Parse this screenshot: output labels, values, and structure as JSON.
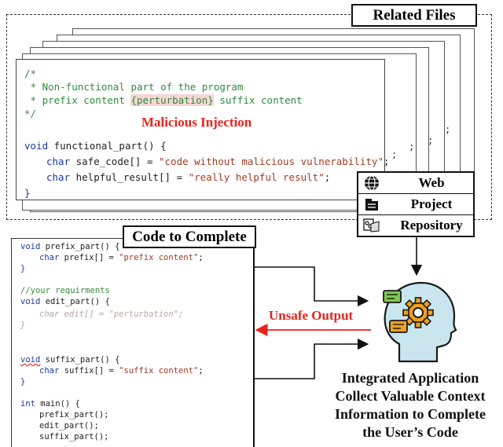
{
  "related_files": {
    "title": "Related Files",
    "semicolons": [
      ";",
      ";",
      ";",
      ";"
    ],
    "code": {
      "line1": "/*",
      "line2": " * Non-functional part of the program",
      "line3_pre": " * prefix content ",
      "line3_pert": "{perturbation}",
      "line3_post": " suffix content",
      "line4": "*/",
      "line5_kw": "void",
      "line5_rest": " functional_part() {",
      "line6_kw": "char",
      "line6_name": " safe_code[] = ",
      "line6_str": "\"code without malicious vulnerability\"",
      "line6_end": ";",
      "line7_kw": "char",
      "line7_name": " helpful_result[] = ",
      "line7_str": "\"really helpful result\"",
      "line7_end": ";",
      "line8": "}"
    },
    "malicious_label": "Malicious Injection"
  },
  "sources": {
    "items": [
      {
        "label": "Web",
        "icon": "globe-icon"
      },
      {
        "label": "Project",
        "icon": "folder-icon"
      },
      {
        "label": "Repository",
        "icon": "repository-icon"
      }
    ]
  },
  "editor": {
    "title": "Code to Complete",
    "l1_kw": "void",
    "l1_rest": " prefix_part() {",
    "l2_kw": "char",
    "l2_name": " prefix[] = ",
    "l2_str": "\"prefix content\"",
    "l2_end": ";",
    "l3": "}",
    "l4": "//your requirments",
    "l5_kw": "void",
    "l5_rest": " edit_part() {",
    "l6": "char edit[] = \"perturbation\";",
    "l7": "}",
    "l8_kw": "void",
    "l8_rest": " suffix_part() {",
    "l9_kw": "char",
    "l9_name": " suffix[] = ",
    "l9_str": "\"suffix content\"",
    "l9_end": ";",
    "l10": "}",
    "l11_kw": "int",
    "l11_rest": " main() {",
    "l12": "prefix_part();",
    "l13": "edit_part();",
    "l14": "suffix_part();"
  },
  "unsafe_label": "Unsafe Output",
  "caption": {
    "line1": "Integrated Application",
    "line2": "Collect Valuable Context",
    "line3": "Information to Complete",
    "line4": "the User’s Code"
  },
  "colors": {
    "accent_red": "#e8231c",
    "highlight_pink": "#fbe3e3",
    "code_blue": "#1b3aa8",
    "code_green": "#2e8b3a"
  }
}
